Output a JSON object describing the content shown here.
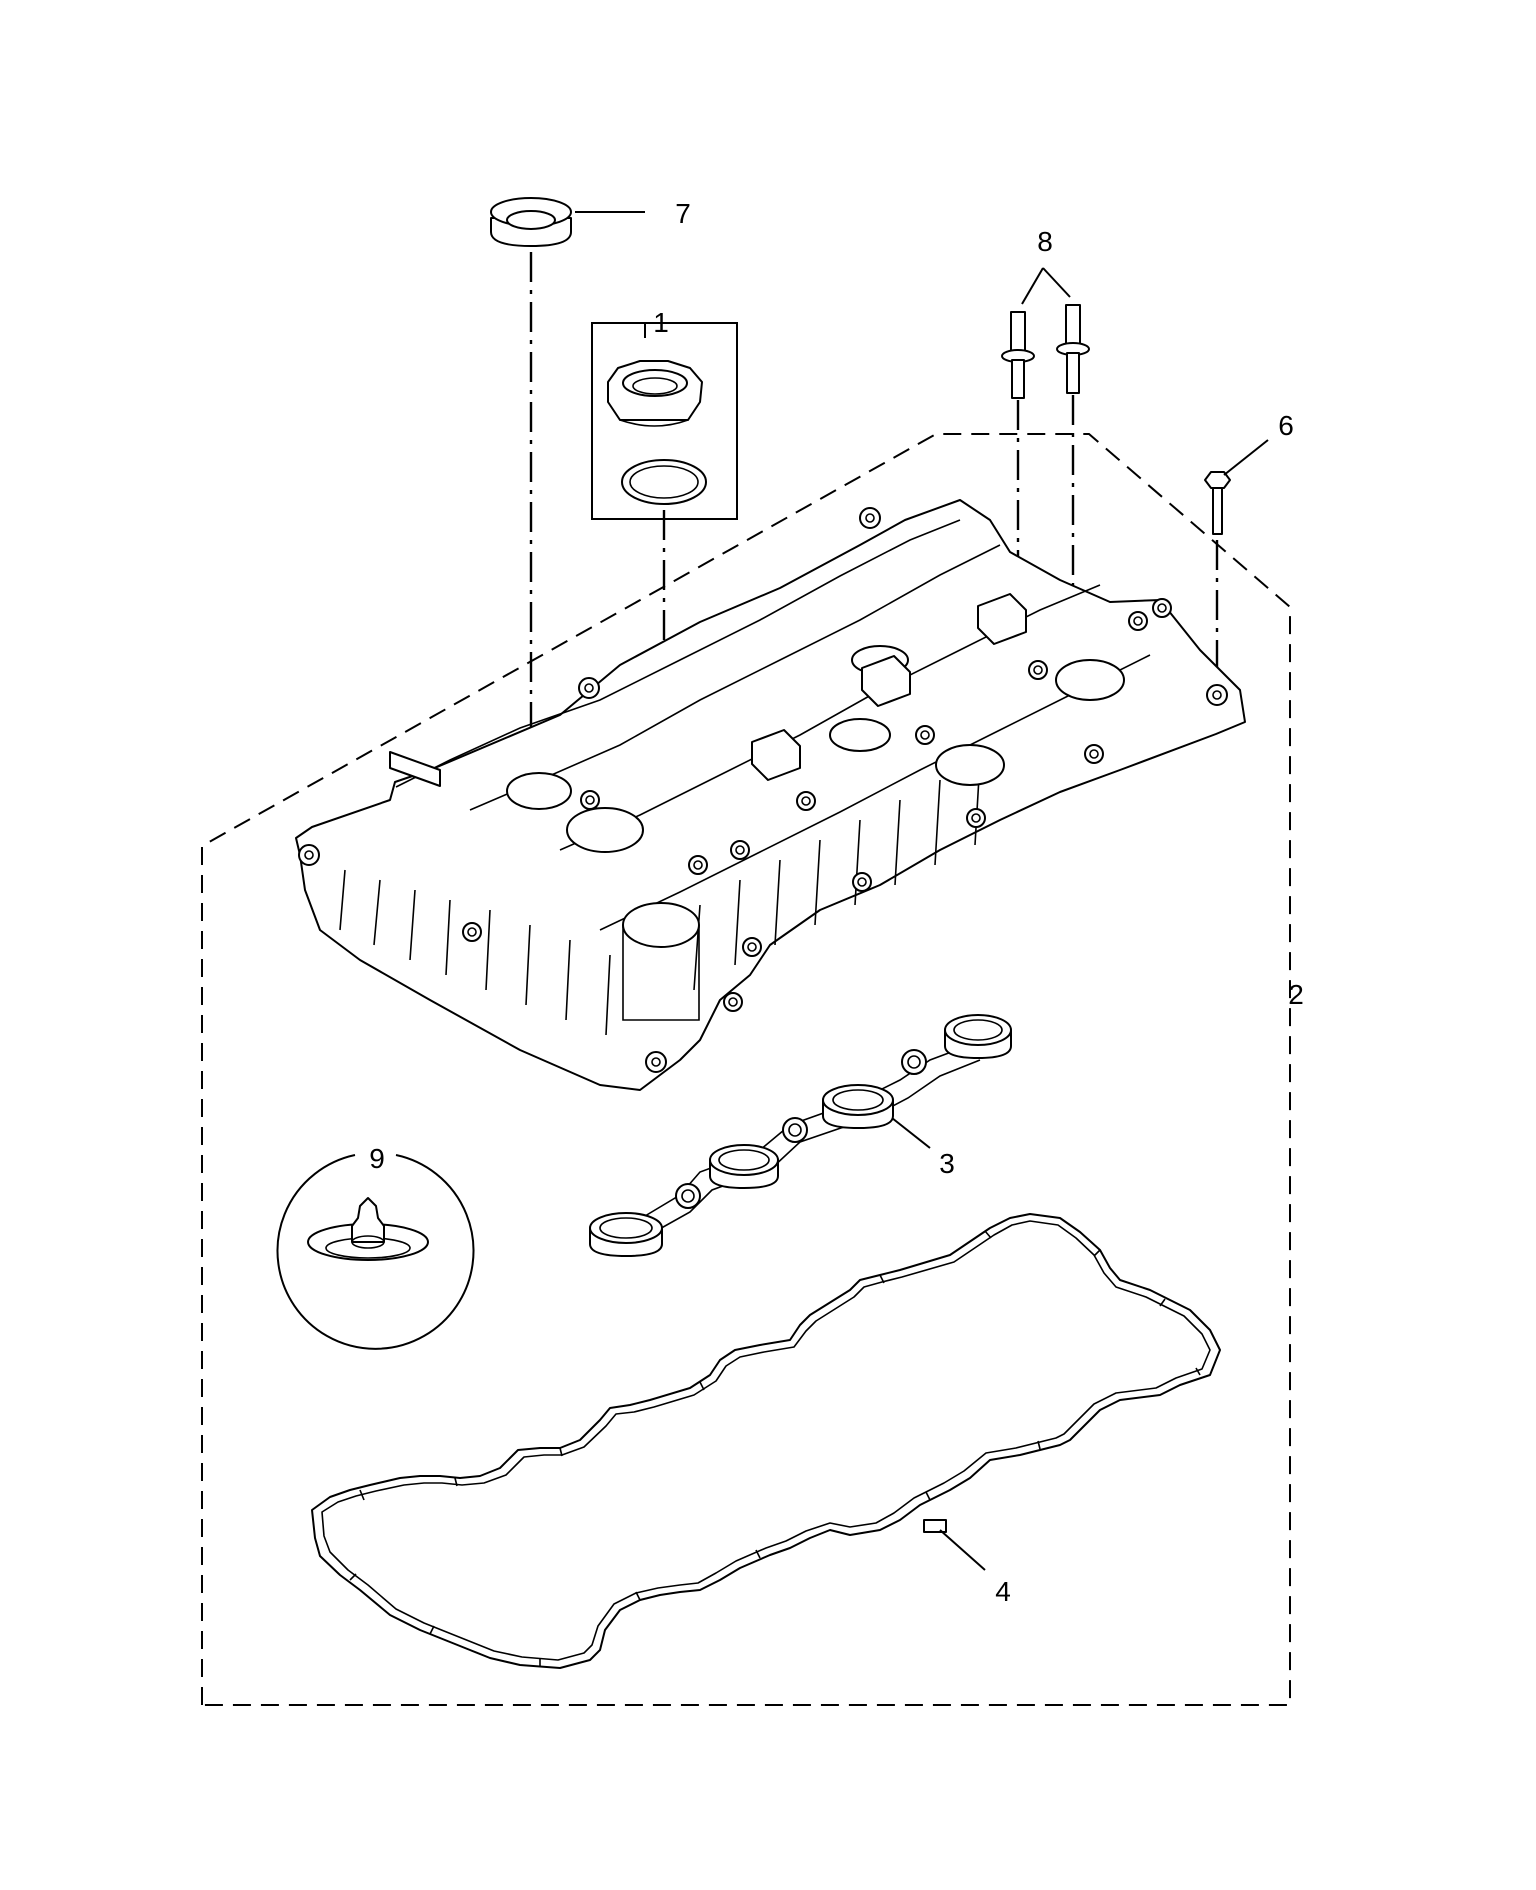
{
  "callouts": {
    "oil_filler_cap_kit": "1",
    "cover_assembly": "2",
    "spark_plug_tube_seal": "3",
    "cover_gasket": "4",
    "cover_bolt": "6",
    "grommet": "7",
    "stud_bolts": "8",
    "detail_fastener": "9"
  }
}
